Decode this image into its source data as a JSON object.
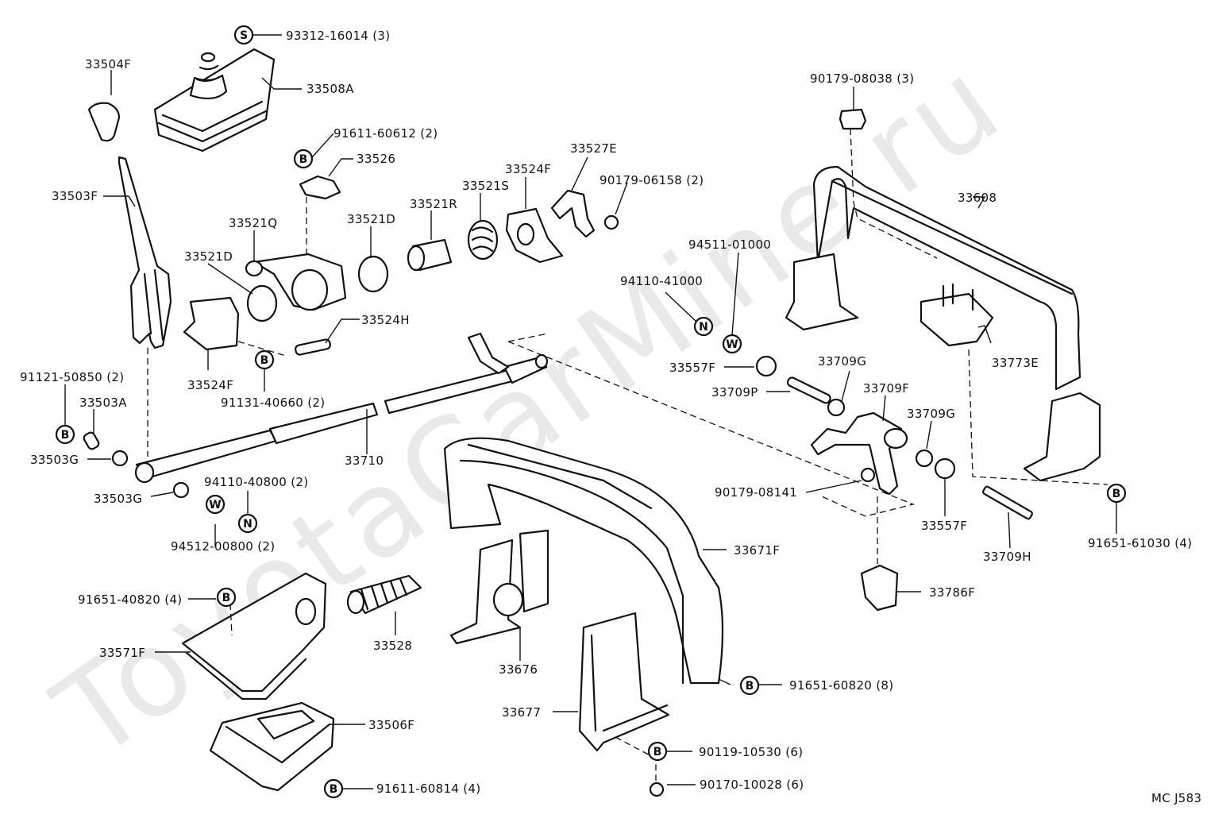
{
  "watermark": "ToyotaCarMine.ru",
  "diagram_code": "MC J583",
  "symbols": {
    "S": "S",
    "B": "B",
    "N": "N",
    "W": "W"
  },
  "parts": {
    "p93312": "93312-16014 (3)",
    "p33508A": "33508A",
    "p33504F": "33504F",
    "p91611_60612": "91611-60612 (2)",
    "p33526": "33526",
    "p33503F": "33503F",
    "p33521Q": "33521Q",
    "p33521D_a": "33521D",
    "p33521D_b": "33521D",
    "p33521R": "33521R",
    "p33521S": "33521S",
    "p33524F_a": "33524F",
    "p33524F_b": "33524F",
    "p33527E": "33527E",
    "p90179_06158": "90179-06158 (2)",
    "p33524H": "33524H",
    "p91131_40660": "91131-40660 (2)",
    "p91121_50850": "91121-50850 (2)",
    "p33503A": "33503A",
    "p33503G_a": "33503G",
    "p33503G_b": "33503G",
    "p33710": "33710",
    "p94110_40800": "94110-40800 (2)",
    "p94512_00800": "94512-00800 (2)",
    "p91651_40820": "91651-40820 (4)",
    "p33571F": "33571F",
    "p33528": "33528",
    "p33676": "33676",
    "p33506F": "33506F",
    "p91611_60814": "91611-60814 (4)",
    "p33677": "33677",
    "p90119_10530": "90119-10530 (6)",
    "p90170_10028": "90170-10028 (6)",
    "p33671F": "33671F",
    "p91651_60820": "91651-60820 (8)",
    "p90179_08038": "90179-08038 (3)",
    "p33608": "33608",
    "p94511_01000": "94511-01000",
    "p94110_41000": "94110-41000",
    "p33773E": "33773E",
    "p33557F_a": "33557F",
    "p33557F_b": "33557F",
    "p33709G_a": "33709G",
    "p33709G_b": "33709G",
    "p33709P": "33709P",
    "p33709F": "33709F",
    "p90179_08141": "90179-08141",
    "p33709H": "33709H",
    "p91651_61030": "91651-61030 (4)",
    "p33786F": "33786F"
  }
}
